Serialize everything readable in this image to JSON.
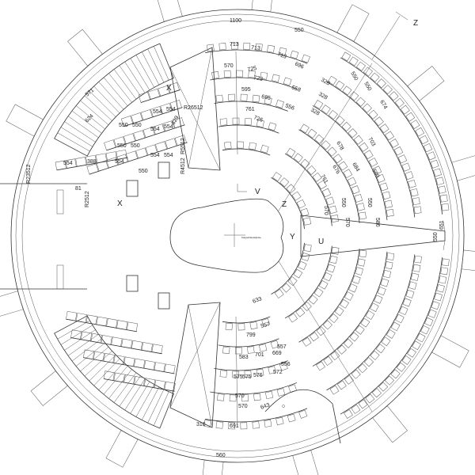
{
  "drawing": {
    "center_label": "Kappelinkeskipiste",
    "section_letters": {
      "v": "V",
      "x_top": "X",
      "x_bottom": "X",
      "y": "Y",
      "z_inner": "Z",
      "z_outer": "Z",
      "u": "U"
    },
    "radius_labels": {
      "r26512": "R26512",
      "r23512": "R23512",
      "r2512": "R2512",
      "r4512": "R4512",
      "r5512": "R5512"
    },
    "dimensions_top": [
      "1100",
      "550",
      "713",
      "713",
      "713",
      "696",
      "570",
      "725",
      "723",
      "558",
      "328",
      "328",
      "328",
      "595",
      "695",
      "556",
      "761",
      "726"
    ],
    "dimensions_left": [
      "554",
      "554",
      "550",
      "550",
      "554",
      "554",
      "550",
      "550",
      "554",
      "554",
      "554",
      "550",
      "81",
      "554",
      "388",
      "629",
      "624",
      "571"
    ],
    "dimensions_right": [
      "550",
      "550",
      "674",
      "678",
      "703",
      "676",
      "684",
      "761",
      "570",
      "550",
      "550",
      "590",
      "570",
      "586",
      "651",
      "550"
    ],
    "dimensions_bottom": [
      "633",
      "799",
      "557",
      "583",
      "701",
      "669",
      "557",
      "575",
      "575",
      "576",
      "572",
      "556",
      "570",
      "570",
      "643",
      "316",
      "691",
      "560"
    ]
  }
}
